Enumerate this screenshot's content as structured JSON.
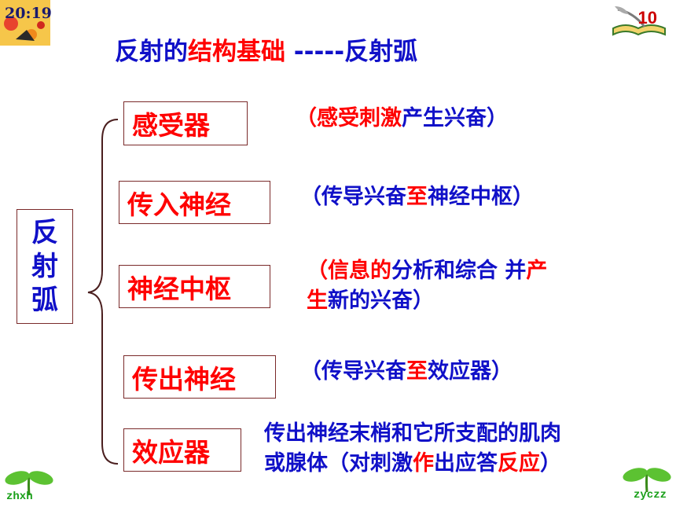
{
  "header": {
    "time": "20:19",
    "page_number": "10"
  },
  "title": {
    "part1": "反射的",
    "part2": "结构基础",
    "part3": " -----反射弧"
  },
  "left_label": {
    "chars": [
      "反",
      "射",
      "弧"
    ]
  },
  "components": [
    {
      "label": "感受器"
    },
    {
      "label": "传入神经"
    },
    {
      "label": "神经中枢"
    },
    {
      "label": "传出神经"
    },
    {
      "label": "效应器"
    }
  ],
  "descriptions": {
    "d1": {
      "a": "（感受刺激",
      "b": "产生兴奋）"
    },
    "d2": {
      "a": "（传导兴奋",
      "b": "至",
      "c": "神经中枢）"
    },
    "d3": {
      "a": "（信息的",
      "b": "分析和综合",
      "c": "    并",
      "d": "产",
      "e": "生",
      "f": "新的兴奋）"
    },
    "d4": {
      "a": "（传导兴奋",
      "b": "至",
      "c": "效应器）"
    },
    "d5": {
      "line1": "传出神经末梢和它所支配的肌肉",
      "a": "或腺体（对刺激",
      "b": "作",
      "c": "出应答",
      "d": "反应",
      "e": "）"
    }
  },
  "footer": {
    "left_logo": "zhxh",
    "right_logo": "zyczz"
  }
}
